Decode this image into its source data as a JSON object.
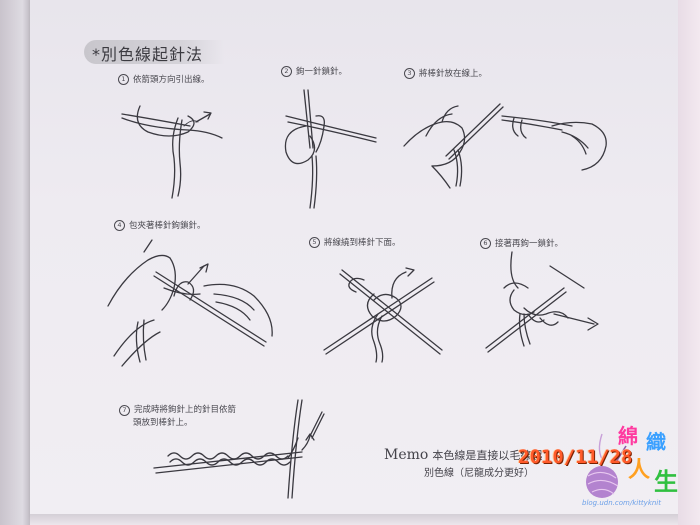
{
  "header": {
    "title": "*別色線起針法"
  },
  "steps": [
    {
      "num": "1",
      "caption": "依箭頭方向引出線。"
    },
    {
      "num": "2",
      "caption": "鉤一針鎖針。"
    },
    {
      "num": "3",
      "caption": "將棒針放在線上。"
    },
    {
      "num": "4",
      "caption": "包夾著棒針鉤鎖針。"
    },
    {
      "num": "5",
      "caption": "將線繞到棒針下面。"
    },
    {
      "num": "6",
      "caption": "接著再鉤一鎖針。"
    },
    {
      "num": "7",
      "caption_line1": "完成時將鉤針上的針目依箭",
      "caption_line2": "頭放到棒針上。"
    }
  ],
  "memo": {
    "label": "Memo",
    "line1": "本色線是直接以毛線起",
    "line2": "別色線（尼龍成分更好）"
  },
  "timestamp": "2010/11/28",
  "watermark": {
    "chars": [
      "綿",
      "織",
      "人",
      "生"
    ],
    "url": "blog.udn.com/kittyknit",
    "colors": {
      "c1": "#ff3aa0",
      "c2": "#3aa0ff",
      "c3": "#ffa020",
      "c4": "#30c040"
    }
  }
}
